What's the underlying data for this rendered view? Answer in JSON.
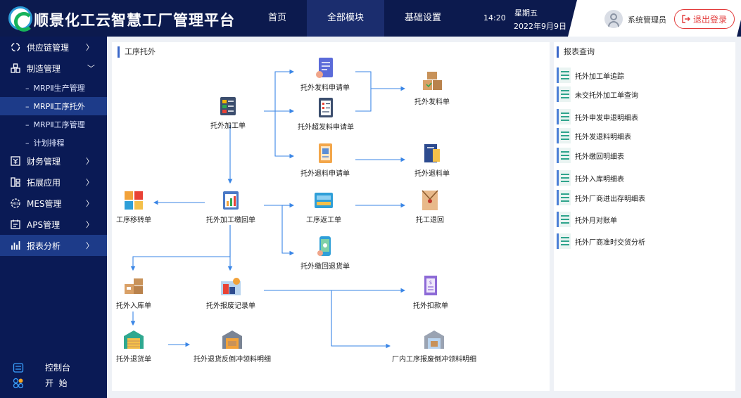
{
  "header": {
    "app_title": "顺景化工云智慧工厂管理平台",
    "nav": [
      "首页",
      "全部模块",
      "基础设置"
    ],
    "time": "14:20",
    "weekday": "星期五",
    "date": "2022年9月9日",
    "user": "系统管理员",
    "logout": "退出登录"
  },
  "sidebar": {
    "menu": [
      "供应链管理",
      "制造管理",
      "财务管理",
      "拓展应用",
      "MES管理",
      "APS管理",
      "报表分析"
    ],
    "submenu": [
      "MRPⅡ生产管理",
      "MRPⅡ工序托外",
      "MRPⅡ工序管理",
      "计划排程"
    ],
    "bottom": [
      "控制台",
      "开  始"
    ]
  },
  "main": {
    "section_title": "工序托外",
    "nodes": {
      "outsource_order": "托外加工单",
      "issue_request": "托外发料申请单",
      "over_issue_request": "托外超发料申请单",
      "issue_order": "托外发料单",
      "return_request": "托外退料申请单",
      "return_order": "托外退料单",
      "transfer": "工序移转单",
      "receipt": "托外加工缴回单",
      "rework": "工序返工单",
      "outsource_return": "托工退回",
      "receipt_return": "托外缴回退货单",
      "stock_in": "托外入库单",
      "scrap": "托外报废记录单",
      "deduction": "托外扣款单",
      "return_goods": "托外退货单",
      "backflush": "托外退货反倒冲领料明细",
      "factory_backflush": "厂内工序报废倒冲领料明细"
    }
  },
  "reports": {
    "title": "报表查询",
    "items": [
      "托外加工单追踪",
      "未交托外加工单查询",
      "托外申发申退明细表",
      "托外发退料明细表",
      "托外缴回明细表",
      "托外入库明细表",
      "托外厂商进出存明细表",
      "托外月对账单",
      "托外厂商准时交货分析"
    ]
  }
}
